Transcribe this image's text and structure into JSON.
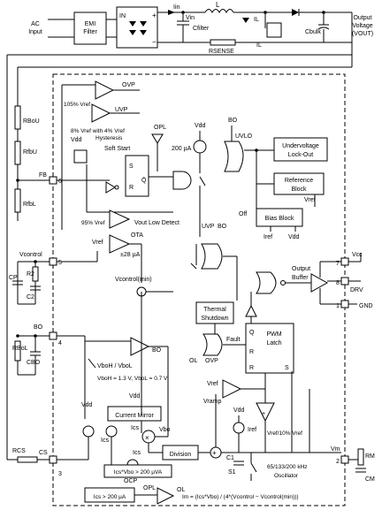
{
  "top": {
    "ac_input": [
      "AC",
      "Input"
    ],
    "emi_filter": [
      "EMI",
      "Filter"
    ],
    "iin": "Iin",
    "vin": "Vin",
    "l": "L",
    "il": "IL",
    "cfilter": "Cfilter",
    "rsense": "RSENSE",
    "cbulk": "Cbulk",
    "output_voltage": [
      "Output",
      "Voltage",
      "(VOUT)"
    ],
    "bridge_in": "IN",
    "bridge_plus": "+",
    "bridge_minus": "−"
  },
  "left": {
    "rbou": "RBoU",
    "rbol": "RBoL",
    "rfbu": "RfbU",
    "rfbl": "RfbL",
    "r2": "R2",
    "cp": "CP",
    "c2": "C2",
    "rbol2": "RBoL",
    "cbo": "CBO",
    "rcs": "RCS",
    "vcontrol": "Vcontrol",
    "bo": "BO",
    "cs": "CS",
    "fb": "FB"
  },
  "pins": {
    "p6": "6",
    "p5": "5",
    "p4": "4",
    "p3": "3",
    "p7": "7",
    "p8": "8",
    "p1": "1",
    "p2": "2"
  },
  "blocks": {
    "ovp": "OVP",
    "uvp": "UVP",
    "vref105": "105% Vref",
    "vref8": [
      "8% Vref with 4% Vref",
      "Hysteresis"
    ],
    "vdd": "Vdd",
    "soft_start": "Soft Start",
    "s": "S",
    "r": "R",
    "qbar": "Q̄",
    "opl": "OPL",
    "ua200": "200 µA",
    "uvlo": "UVLO",
    "bo_top": "BO",
    "undervoltage": [
      "Undervoltage",
      "Lock-Out"
    ],
    "reference": [
      "Reference",
      "Block"
    ],
    "vref_label": "Vref",
    "off": "Off",
    "bias": "Bias Block",
    "iref": "Iref",
    "vdd2": "Vdd",
    "vref95": "95% Vref",
    "vout_low": "Vout Low Detect",
    "ota": "OTA",
    "ota_current": "±28 µA",
    "uvp2": "UVP",
    "bo2": "BO",
    "output_buffer": [
      "Output",
      "Buffer"
    ],
    "vcc": "Vcc",
    "drv": "DRV",
    "gnd": "GND",
    "vcontrol_min": "Vcontrol(min)",
    "thermal": [
      "Thermal",
      "Shutdown"
    ],
    "q": "Q",
    "fault": "Fault",
    "pwm": [
      "PWM",
      "Latch"
    ],
    "r2": "R",
    "s2": "S",
    "ol": "OL",
    "ovp2": "OVP",
    "bo_comp": "BO",
    "vbo_hl": "VboH / VboL",
    "vbo_values": "VboH = 1.3 V, VboL = 0.7 V",
    "vdd3": "Vdd",
    "current_mirror": "Current Mirror",
    "ics": "Ics",
    "vbo": "Vbo",
    "vref2": "Vref",
    "vramp": "Vramp",
    "vdd4": "Vdd",
    "iref2": "Iref",
    "vref_10": "Vref/10% Vref",
    "ics_left": "Ics",
    "ics_mid": "Ics",
    "division": "Division",
    "ics_vbo": "Ics*Vbo > 200 µVA",
    "opl2": "OPL",
    "ol2": "OL",
    "ics200": "Ics > 200 µA",
    "c1": "C1",
    "s1": "S1",
    "osc": [
      "65/133/200 kHz",
      "Oscillator"
    ],
    "vm": "Vm",
    "rm": "RM",
    "cm": "CM",
    "formula": "Im = (Ics*Vbo) / (4*(Vcontrol − Vcontrol(min)))"
  }
}
